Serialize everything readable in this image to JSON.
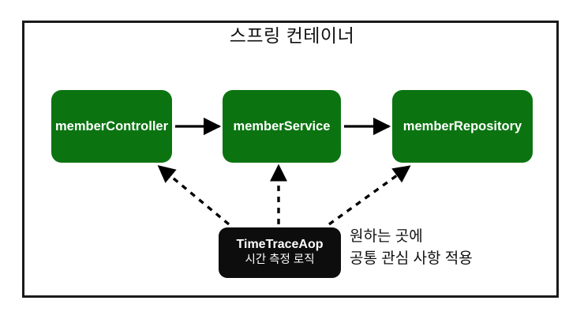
{
  "diagram": {
    "title": "스프링 컨테이너",
    "colors": {
      "bean_fill": "#0b7411",
      "aspect_fill": "#0d0d0d",
      "frame_border": "#1a1a1a",
      "text_on_fill": "#ffffff",
      "text_primary": "#111111"
    },
    "beans": [
      {
        "id": "memberController",
        "label": "memberController"
      },
      {
        "id": "memberService",
        "label": "memberService"
      },
      {
        "id": "memberRepository",
        "label": "memberRepository"
      }
    ],
    "aspect": {
      "title": "TimeTraceAop",
      "subtitle": "시간 측정 로직"
    },
    "annotation": {
      "line1": "원하는 곳에",
      "line2": "공통 관심 사항 적용",
      "text": "원하는 곳에\n공통 관심 사항 적용"
    },
    "edges": [
      {
        "from": "memberController",
        "to": "memberService",
        "style": "solid",
        "arrow": "end"
      },
      {
        "from": "memberService",
        "to": "memberRepository",
        "style": "solid",
        "arrow": "end"
      },
      {
        "from": "TimeTraceAop",
        "to": "memberController",
        "style": "dashed",
        "arrow": "end"
      },
      {
        "from": "TimeTraceAop",
        "to": "memberService",
        "style": "dashed",
        "arrow": "end"
      },
      {
        "from": "TimeTraceAop",
        "to": "memberRepository",
        "style": "dashed",
        "arrow": "end"
      }
    ]
  }
}
